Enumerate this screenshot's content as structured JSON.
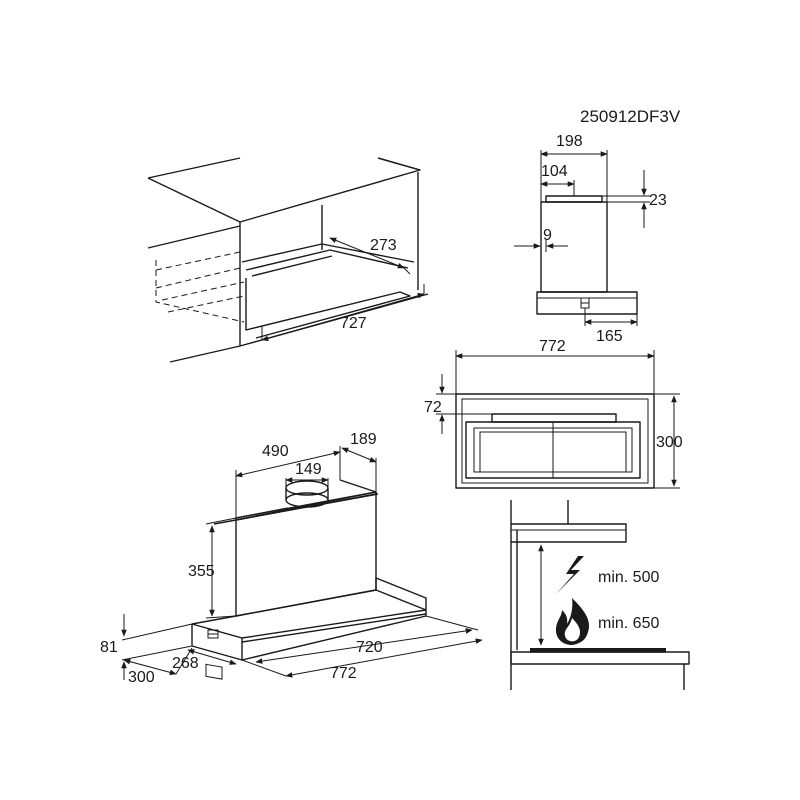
{
  "model_code": "250912DF3V",
  "cabinet_view": {
    "depth_label": "273",
    "width_label": "727"
  },
  "side_view": {
    "width_label": "198",
    "outlet_offset_label": "104",
    "top_label": "23",
    "wall_label": "9",
    "front_label": "165"
  },
  "front_view": {
    "width_label": "772",
    "top_label": "72",
    "height_label": "300"
  },
  "iso_view": {
    "width_label": "490",
    "depth_label": "189",
    "outlet_label": "149",
    "height_label": "355",
    "base_height_label": "81",
    "side_depth_label": "300",
    "inner_depth_label": "268",
    "inner_width_label": "720",
    "total_width_label": "772"
  },
  "clearance": {
    "electric_label": "min. 500",
    "gas_label": "min. 650"
  },
  "icons": [
    "lightning-icon",
    "flame-icon"
  ]
}
